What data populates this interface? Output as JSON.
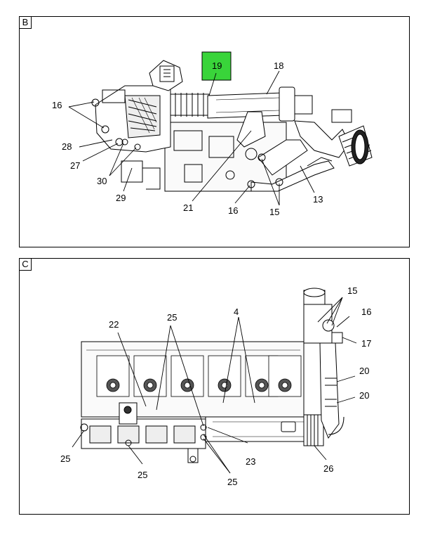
{
  "accent": "#39d43a",
  "panel_b": {
    "tag": "B",
    "callouts": {
      "c19": "19",
      "c18": "18",
      "c16a": "16",
      "c28": "28",
      "c27": "27",
      "c30": "30",
      "c29": "29",
      "c21": "21",
      "c16b": "16",
      "c15": "15",
      "c13": "13"
    }
  },
  "panel_c": {
    "tag": "C",
    "callouts": {
      "c15": "15",
      "c16": "16",
      "c17": "17",
      "c20a": "20",
      "c20b": "20",
      "c22": "22",
      "c25a": "25",
      "c4": "4",
      "c25b": "25",
      "c25c": "25",
      "c23": "23",
      "c25d": "25",
      "c26": "26"
    }
  }
}
